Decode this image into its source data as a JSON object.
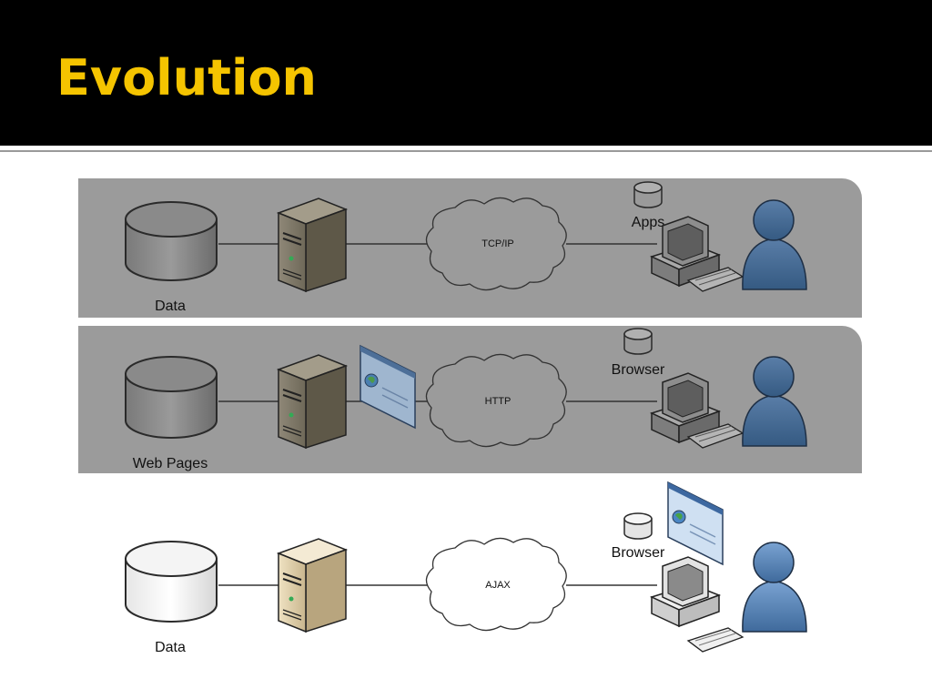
{
  "slide": {
    "title": "Evolution"
  },
  "rows": [
    {
      "storage_label": "Data",
      "cloud_label": "TCP/IP",
      "client_label": "Apps"
    },
    {
      "storage_label": "Web Pages",
      "cloud_label": "HTTP",
      "client_label": "Browser"
    },
    {
      "storage_label": "Data",
      "cloud_label": "AJAX",
      "client_label": "Browser"
    }
  ],
  "colors": {
    "title": "#f5c400",
    "title_bar": "#000000",
    "panel": "#9b9b9b",
    "person": "#5c86b8"
  }
}
